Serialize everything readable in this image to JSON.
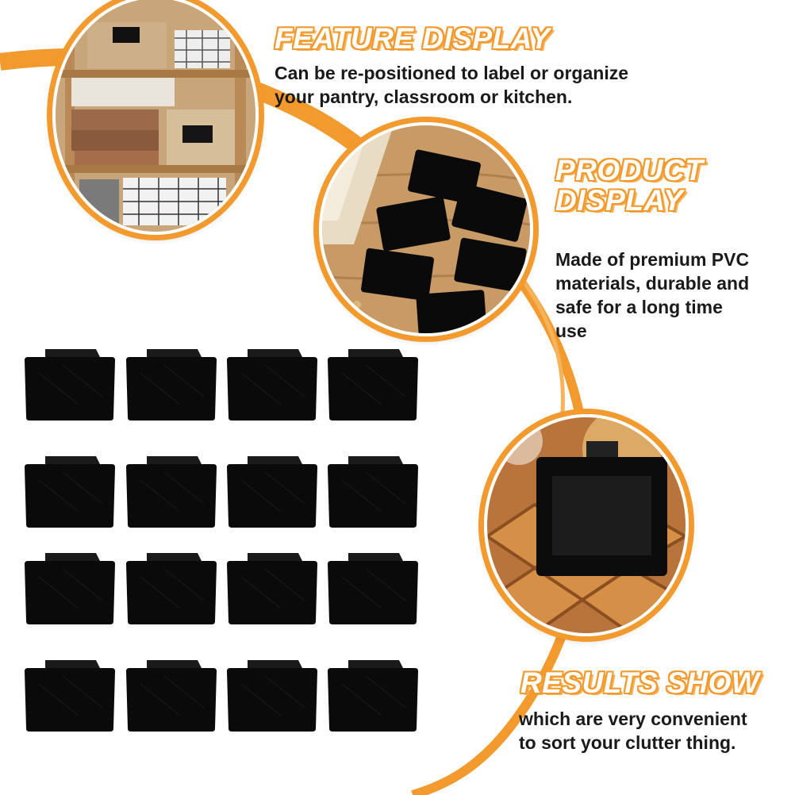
{
  "colors": {
    "accent": "#f29a2e",
    "accent_light": "#f6b35a",
    "label_black": "#0a0a0a",
    "text": "#1a1a1a"
  },
  "sections": {
    "feature": {
      "title": "FEATURE DISPLAY",
      "description_lines": [
        "Can be re-positioned to label or organize",
        "your pantry, classroom or kitchen."
      ]
    },
    "product": {
      "title_lines": [
        "PRODUCT",
        "DISPLAY"
      ],
      "description_lines": [
        "Made of premium PVC",
        "materials, durable and",
        "safe for a long time",
        "use"
      ]
    },
    "results": {
      "title": "RESULTS SHOW",
      "description_lines": [
        "which are very convenient",
        "to sort your clutter thing."
      ]
    }
  },
  "product_grid": {
    "rows": 4,
    "columns": 4,
    "item_count": 16
  }
}
